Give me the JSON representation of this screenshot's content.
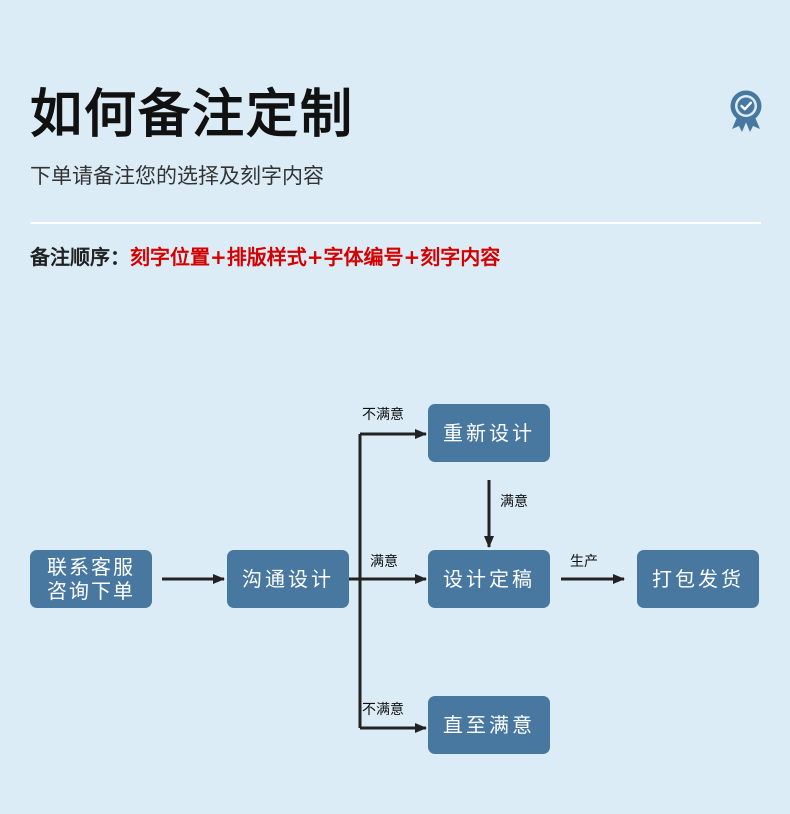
{
  "header": {
    "title": "如何备注定制",
    "subtitle": "下单请备注您的选择及刻字内容",
    "badge_icon": "award-ribbon-check-icon"
  },
  "order": {
    "label": "备注顺序：",
    "value": "刻字位置+排版样式+字体编号+刻字内容"
  },
  "flow": {
    "nodes": {
      "contact": "联系客服\n咨询下单",
      "communicate": "沟通设计",
      "redesign": "重新设计",
      "finalize": "设计定稿",
      "until": "直至满意",
      "ship": "打包发货"
    },
    "edges": {
      "unsatisfied_top": "不满意",
      "satisfied_down": "满意",
      "satisfied_mid": "满意",
      "produce": "生产",
      "unsatisfied_bottom": "不满意"
    }
  },
  "colors": {
    "background": "#dcecf6",
    "node_fill": "#4878a0",
    "highlight_text": "#d40000",
    "badge": "#4878a0"
  }
}
